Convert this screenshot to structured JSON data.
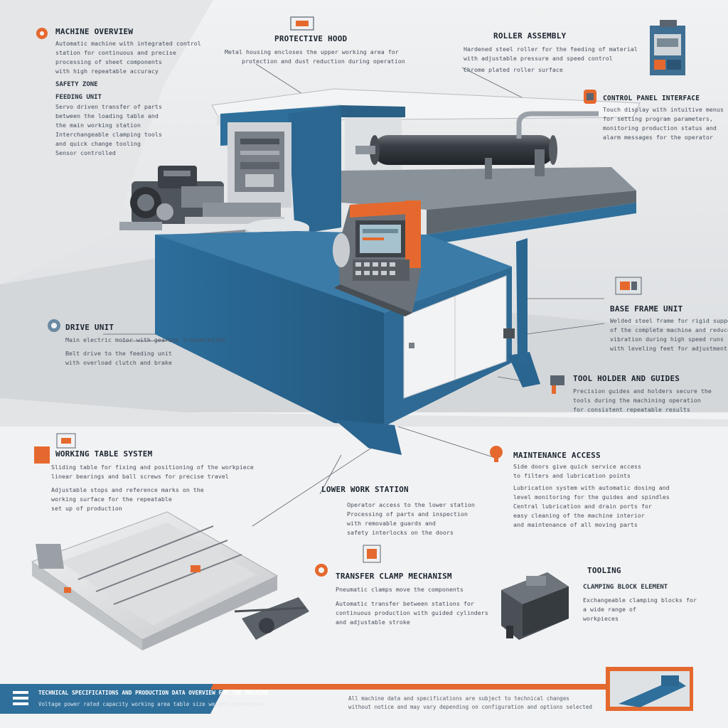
{
  "colors": {
    "machine_blue": "#2f6f9b",
    "accent_orange": "#e5692e",
    "steel": "#8e969e",
    "panel_white": "#f2f3f4",
    "text_dark": "#1c2530"
  },
  "callouts": {
    "top_left": {
      "title": "MACHINE OVERVIEW",
      "lines": [
        "Automatic machine with integrated control",
        "station for continuous and precise",
        "processing of sheet components",
        "with high repeatable accuracy"
      ],
      "subtitle": "SAFETY ZONE",
      "subtitle2": "FEEDING UNIT",
      "lines2": [
        "Servo driven transfer of parts",
        "between the loading table and",
        "the main working station",
        "Interchangeable clamping tools",
        "and quick change tooling",
        "Sensor controlled"
      ]
    },
    "top_center": {
      "title": "PROTECTIVE HOOD",
      "lines": [
        "Metal housing encloses the upper working area for",
        "protection and dust reduction during operation"
      ]
    },
    "top_right": {
      "title": "ROLLER ASSEMBLY",
      "lines": [
        "Hardened steel roller for the feeding of material",
        "with adjustable pressure and speed control",
        "Chrome plated roller surface"
      ]
    },
    "right_upper": {
      "title": "CONTROL PANEL INTERFACE",
      "lines": [
        "Touch display with intuitive menus",
        "for setting program parameters,",
        "monitoring production status and",
        "alarm messages for the operator"
      ]
    },
    "right_mid": {
      "title": "BASE FRAME UNIT",
      "lines": [
        "Welded steel frame for rigid support",
        "of the complete machine and reduced",
        "vibration during high speed runs",
        "with leveling feet for adjustment"
      ]
    },
    "right_lower": {
      "title": "TOOL HOLDER AND GUIDES",
      "lines": [
        "Precision guides and holders secure the",
        "tools during the machining operation",
        "for consistent repeatable results"
      ]
    },
    "left_mid": {
      "title": "DRIVE UNIT",
      "lines": [
        "Main electric motor with gearbox transmission",
        "Belt drive to the feeding unit",
        "with overload clutch and brake"
      ]
    },
    "mid_left": {
      "title": "WORKING TABLE SYSTEM",
      "lines": [
        "Sliding table for fixing and positioning of the workpiece",
        "linear bearings and ball screws for precise travel",
        "Adjustable stops and reference marks on the",
        "working surface for the repeatable",
        "set up of production"
      ]
    },
    "center": {
      "title": "LOWER WORK STATION",
      "lines": [
        "Operator access to the lower station",
        "Processing of parts and inspection",
        "with removable guards and",
        "safety interlocks on the doors"
      ]
    },
    "mid_right": {
      "title": "MAINTENANCE ACCESS",
      "lines": [
        "Side doors give quick service access",
        "to filters and lubrication points",
        "Lubrication system with automatic dosing and",
        "level monitoring for the guides and spindles",
        "Central lubrication and drain ports for",
        "easy cleaning of the machine interior",
        "and maintenance of all moving parts"
      ]
    },
    "bottom_center": {
      "title": "TRANSFER CLAMP MECHANISM",
      "lines": [
        "Pneumatic clamps move the components",
        "Automatic transfer between stations for",
        "continuous production with guided cylinders",
        "and adjustable stroke"
      ]
    },
    "bottom_right": {
      "title": "TOOLING",
      "subtitle": "CLAMPING BLOCK ELEMENT",
      "lines": [
        "Exchangeable clamping blocks for",
        "a wide range of",
        "workpieces"
      ]
    },
    "footer": {
      "title": "TECHNICAL SPECIFICATIONS AND PRODUCTION DATA OVERVIEW FOR THE MACHINE",
      "line": "Voltage power rated capacity working area table size weight dimensions",
      "right_lines": [
        "All machine data and specifications are subject to technical changes",
        "without notice and may vary depending on configuration and options selected"
      ]
    }
  }
}
